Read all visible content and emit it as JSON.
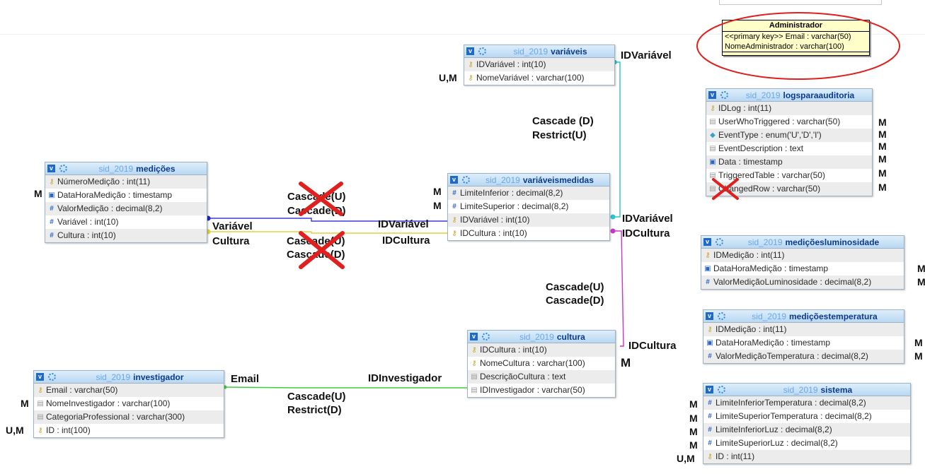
{
  "tables": [
    {
      "id": "variaveis",
      "schema": "sid_2019",
      "name": "variáveis",
      "fields": [
        {
          "icon": "key-icon",
          "text": "IDVariável : int(10)"
        },
        {
          "icon": "key-icon",
          "text": "NomeVariável : varchar(100)"
        }
      ]
    },
    {
      "id": "logs",
      "schema": "sid_2019",
      "name": "logsparaauditoria",
      "fields": [
        {
          "icon": "key-icon",
          "text": "IDLog : int(11)"
        },
        {
          "icon": "text-icon",
          "text": "UserWhoTriggered : varchar(50)"
        },
        {
          "icon": "enum-icon",
          "text": "EventType : enum('U','D','I')"
        },
        {
          "icon": "text-icon",
          "text": "EventDescription : text"
        },
        {
          "icon": "date-icon",
          "text": "Data : timestamp"
        },
        {
          "icon": "text-icon",
          "text": "TriggeredTable : varchar(50)"
        },
        {
          "icon": "text-icon",
          "text": "ChangedRow : varchar(50)"
        }
      ]
    },
    {
      "id": "medicoes",
      "schema": "sid_2019",
      "name": "medições",
      "fields": [
        {
          "icon": "key-icon",
          "text": "NúmeroMedição : int(11)"
        },
        {
          "icon": "date-icon",
          "text": "DataHoraMedição : timestamp"
        },
        {
          "icon": "number-icon",
          "text": "ValorMedição : decimal(8,2)"
        },
        {
          "icon": "number-icon",
          "text": "Variável : int(10)"
        },
        {
          "icon": "number-icon",
          "text": "Cultura : int(10)"
        }
      ]
    },
    {
      "id": "varmedidas",
      "schema": "sid_2019",
      "name": "variáveismedidas",
      "fields": [
        {
          "icon": "number-icon",
          "text": "LimiteInferior : decimal(8,2)"
        },
        {
          "icon": "number-icon",
          "text": "LimiteSuperior : decimal(8,2)"
        },
        {
          "icon": "key-icon",
          "text": "IDVariável : int(10)"
        },
        {
          "icon": "key-icon",
          "text": "IDCultura : int(10)"
        }
      ]
    },
    {
      "id": "lumin",
      "schema": "sid_2019",
      "name": "mediçõesluminosidade",
      "fields": [
        {
          "icon": "key-icon",
          "text": "IDMedição : int(11)"
        },
        {
          "icon": "date-icon",
          "text": "DataHoraMedição : timestamp"
        },
        {
          "icon": "number-icon",
          "text": "ValorMediçãoLuminosidade : decimal(8,2)"
        }
      ]
    },
    {
      "id": "temp",
      "schema": "sid_2019",
      "name": "mediçõestemperatura",
      "fields": [
        {
          "icon": "key-icon",
          "text": "IDMedição : int(11)"
        },
        {
          "icon": "date-icon",
          "text": "DataHoraMedição : timestamp"
        },
        {
          "icon": "number-icon",
          "text": "ValorMediçãoTemperatura : decimal(8,2)"
        }
      ]
    },
    {
      "id": "cultura",
      "schema": "sid_2019",
      "name": "cultura",
      "fields": [
        {
          "icon": "key-icon",
          "text": "IDCultura : int(10)"
        },
        {
          "icon": "key-icon",
          "text": "NomeCultura : varchar(100)"
        },
        {
          "icon": "text-icon",
          "text": "DescriçãoCultura : text"
        },
        {
          "icon": "text-icon",
          "text": "IDInvestigador : varchar(50)"
        }
      ]
    },
    {
      "id": "investigador",
      "schema": "sid_2019",
      "name": "investigador",
      "fields": [
        {
          "icon": "key-icon",
          "text": "Email : varchar(50)"
        },
        {
          "icon": "text-icon",
          "text": "NomeInvestigador : varchar(100)"
        },
        {
          "icon": "text-icon",
          "text": "CategoriaProfessional : varchar(300)"
        },
        {
          "icon": "key-icon",
          "text": "ID : int(100)"
        }
      ]
    },
    {
      "id": "sistema",
      "schema": "sid_2019",
      "name": "sistema",
      "fields": [
        {
          "icon": "number-icon",
          "text": "LimiteInferiorTemperatura : decimal(8,2)"
        },
        {
          "icon": "number-icon",
          "text": "LimiteSuperiorTemperatura : decimal(8,2)"
        },
        {
          "icon": "number-icon",
          "text": "LimiteInferiorLuz : decimal(8,2)"
        },
        {
          "icon": "number-icon",
          "text": "LimiteSuperiorLuz : decimal(8,2)"
        },
        {
          "icon": "key-icon",
          "text": "ID : int(11)"
        }
      ]
    }
  ],
  "uml": {
    "title": "Administrador",
    "rows": [
      "<<primary key>>  Email : varchar(50)",
      "NomeAdministrador : varchar(100)"
    ]
  },
  "labels": {
    "idvariavel_top": "IDVariável",
    "cascade_d_restrict_u": [
      "Cascade (D)",
      "Restrict(U)"
    ],
    "cascade_u_1": "Cascade(U)",
    "cascade_d_1": "Cascade(D)",
    "cascade_u_2": "Cascade(U)",
    "cascade_d_2": "Cascade(D)",
    "variavel": "Variável",
    "cultura": "Cultura",
    "idvariavel_left": "IDVariável",
    "idcultura_left": "IDCultura",
    "idvariavel_right": "IDVariável",
    "idcultura_right": "IDCultura",
    "cascade_u_d": [
      "Cascade(U)",
      "Cascade(D)"
    ],
    "idcultura_cultura": "IDCultura",
    "email": "Email",
    "idinvestigador": "IDInvestigador",
    "cascade_u_restrict_d": [
      "Cascade(U)",
      "Restrict(D)"
    ]
  },
  "cardinalities": {
    "variaveis": "U,M",
    "medicoes": "M",
    "varmedidas_1": "M",
    "varmedidas_2": "M",
    "logs": [
      "M",
      "M",
      "M",
      "M",
      "M",
      "M"
    ],
    "lumin": [
      "M",
      "M"
    ],
    "temp": [
      "M",
      "M"
    ],
    "cultura": "M",
    "investigador_1": "M",
    "investigador_2": "U,M",
    "sistema": [
      "M",
      "M",
      "M",
      "M",
      "U,M"
    ]
  },
  "colors": {
    "table_border": "#9fb1c4",
    "link_cyan": "#2bc3cf",
    "link_blue": "#3b3bd6",
    "link_yellow": "#e2d23a",
    "link_magenta": "#cc33cc",
    "link_green": "#3ccf3c",
    "ellipse": "#e0201e",
    "cross": "#e0201e"
  }
}
